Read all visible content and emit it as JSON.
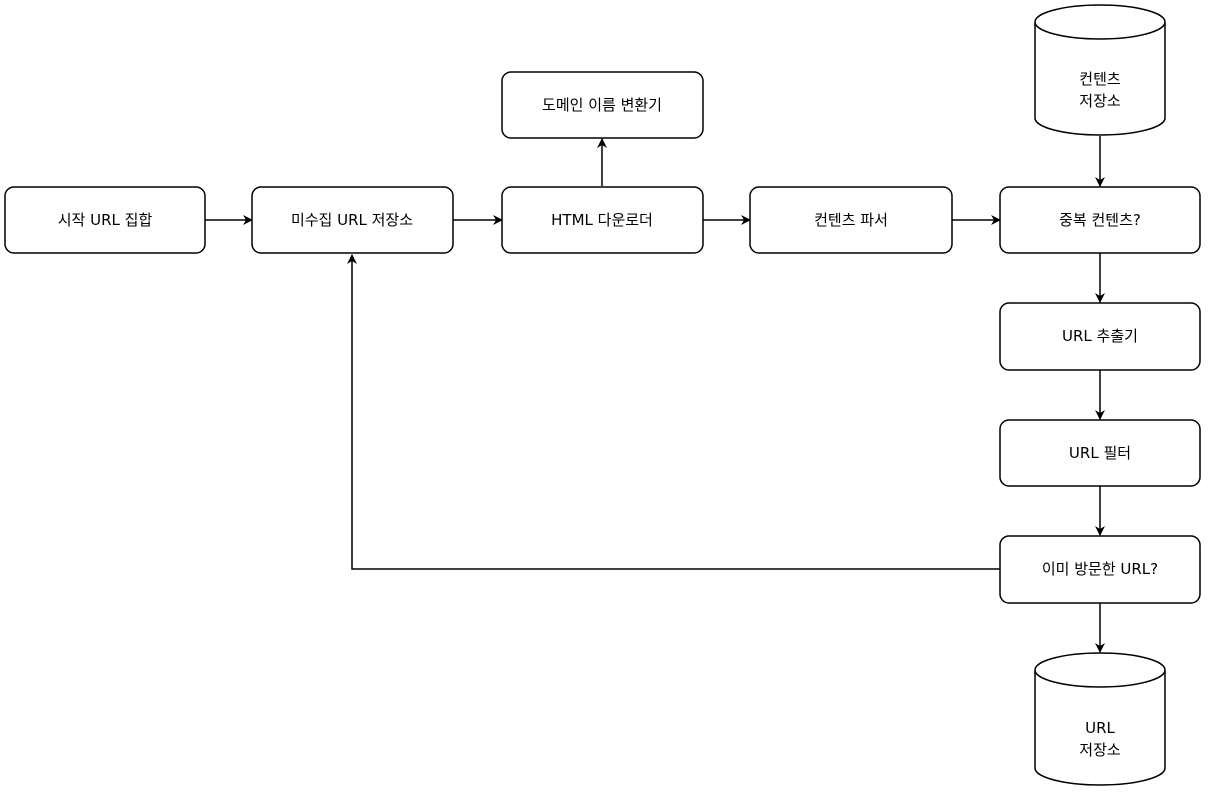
{
  "nodes": {
    "seed_urls": "시작 URL 집합",
    "url_frontier": "미수집 URL 저장소",
    "html_downloader": "HTML 다운로더",
    "dns_resolver": "도메인 이름 변환기",
    "content_parser": "컨텐츠 파서",
    "content_seen": "중복 컨텐츠?",
    "content_storage": [
      "컨텐츠",
      "저장소"
    ],
    "url_extractor": "URL 추출기",
    "url_filter": "URL 필터",
    "url_seen": "이미 방문한 URL?",
    "url_storage": [
      "URL",
      "저장소"
    ]
  }
}
